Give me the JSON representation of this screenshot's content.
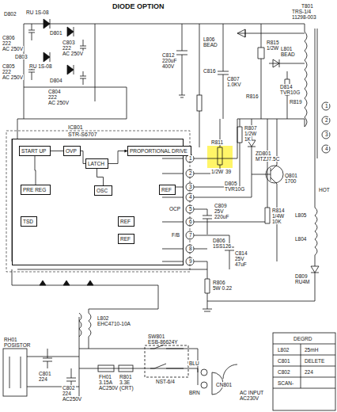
{
  "diagram": {
    "title": "DIODE OPTION",
    "nodes": [
      {
        "text": [
          "IC801",
          "STR-S6707"
        ]
      },
      {
        "text": [
          "START UP"
        ],
        "in": 0
      },
      {
        "text": [
          "OVP"
        ],
        "in": 0
      },
      {
        "text": [
          "LATCH"
        ],
        "in": 0
      },
      {
        "text": [
          "PROPORTIONAL DRIVE"
        ],
        "in": 0
      },
      {
        "text": [
          "PRE REG"
        ],
        "in": 0
      },
      {
        "text": [
          "TSD"
        ],
        "in": 0
      },
      {
        "text": [
          "OSC"
        ],
        "in": 0
      },
      {
        "text": [
          "REF"
        ],
        "in": 0
      },
      {
        "text": [
          "REF"
        ],
        "in": 0
      },
      {
        "text": [
          "REF"
        ],
        "in": 0
      }
    ],
    "edges": [
      {
        "from": 1,
        "to": 2,
        "arrow": "none"
      },
      {
        "from": 2,
        "to": 3,
        "arrow": "none"
      },
      {
        "from": 3,
        "to": 4,
        "arrow": "to"
      },
      {
        "from": 7,
        "to": 3,
        "arrow": "none"
      },
      {
        "from": 5,
        "to": 1,
        "arrow": "none"
      }
    ],
    "labels": [
      "D802",
      "RU 1S-08",
      "C806",
      "222",
      "AC 250V",
      "D801",
      "C803",
      "222",
      "AC 250V",
      "D803",
      "RU 1S-08",
      "D804",
      "C805",
      "222",
      "AC 250V",
      "C804",
      "222",
      "AC 250V",
      "C812",
      "220uF",
      "400V",
      "L806",
      "BEAD",
      "C807",
      "1.0KV",
      "R815",
      "1/2W",
      "L801",
      "BEAD",
      "D814",
      "TVR10G",
      "T801",
      "TRS-1/4",
      "11298-003",
      "R816",
      "R819",
      "R811",
      "1/2W",
      "39",
      "R807",
      "1/2W",
      "1K",
      "C816",
      "D805",
      "TVR10G",
      "ZD801",
      "MTZJ7.5C",
      "Q801",
      "1700",
      "C809",
      "25V",
      "220uF",
      "D806",
      "1SS126",
      "R814",
      "1/4W",
      "10K",
      "C814",
      "25V",
      "47uF",
      "L805",
      "L804",
      "D809",
      "RU4M",
      "R806",
      "5W 0.22",
      "HOT",
      "OCP",
      "F/B",
      "1",
      "2",
      "3",
      "4",
      "5",
      "6",
      "7",
      "8",
      "9",
      "L802",
      "EHC4710-10A",
      "RH01",
      "POSISTOR",
      "C801",
      "224",
      "C802",
      "224",
      "AC250V",
      "FH01",
      "3.15A",
      "AC250V",
      "R801",
      "3.3E",
      "(CRT)",
      "SW801",
      "ESB-86624Y",
      "NST-6/4",
      "BLU",
      "BRN",
      "CN801",
      "AC INPUT",
      "AC230V",
      "DEGRD",
      "L802",
      "25mH",
      "C801",
      "DELETE",
      "C802",
      "224",
      "SCAN-",
      "1",
      "2",
      "3",
      "4"
    ]
  }
}
